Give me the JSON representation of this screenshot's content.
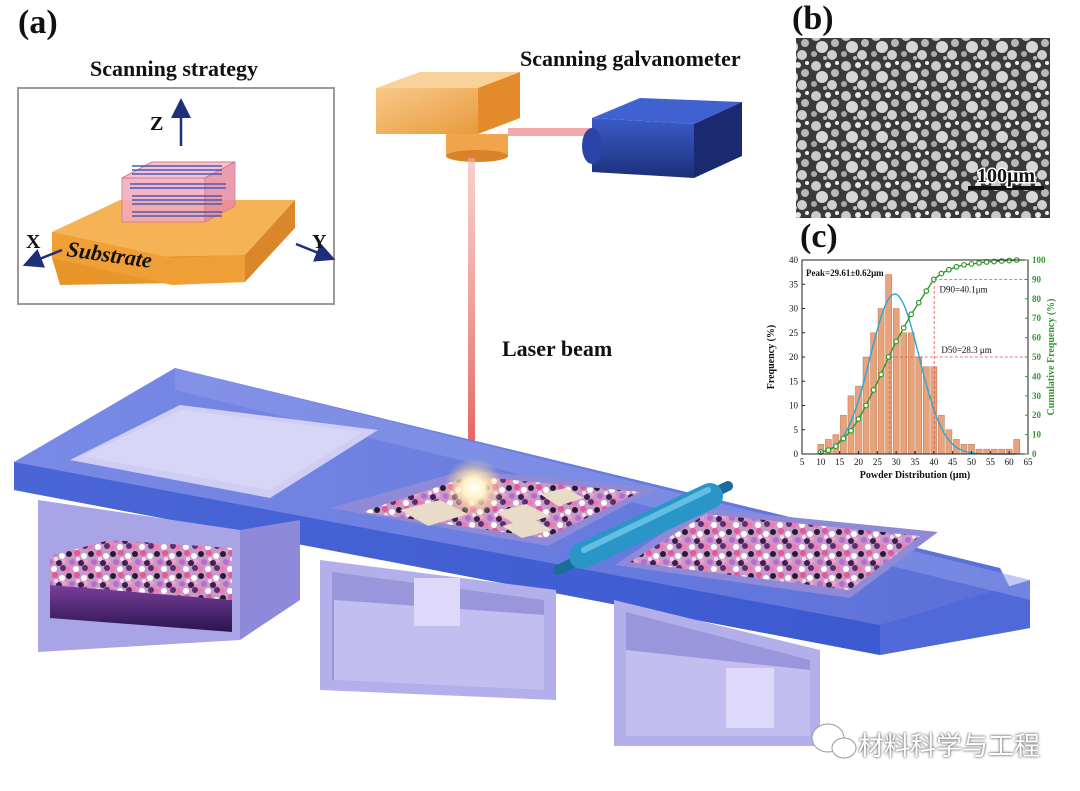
{
  "labels": {
    "panel_a": "(a)",
    "panel_b": "(b)",
    "panel_c": "(c)",
    "scanning_strategy": "Scanning strategy",
    "scanning_galvanometer": "Scanning galvanometer",
    "laser_beam": "Laser beam",
    "substrate": "Substrate",
    "axis_z": "Z",
    "axis_x": "X",
    "axis_y": "Y",
    "scale_bar": "100μm",
    "watermark": "材料科学与工程"
  },
  "colors": {
    "platform_blue": "#5a6fd8",
    "bin_lavender": "#b7b3ea",
    "galvo_navy": "#263f9a",
    "laser_head_orange": "#f3b062",
    "laser_red": "#e0504c",
    "substrate_orange": "#f1a43a",
    "bar_fill": "#e9a27a",
    "normal_curve": "#2aa7d8",
    "cumulative_green": "#2e9a2a"
  },
  "chart_data": {
    "type": "bar",
    "annotation_peak": "Peak=29.61±0.62μm",
    "annotation_d90": "D90=40.1μm",
    "annotation_d50": "D50=28.3 μm",
    "xlabel": "Powder Distribution (μm)",
    "ylabel": "Frequency (%)",
    "y2label": "Cumulative Frequency (%)",
    "xlim": [
      5,
      65
    ],
    "ylim": [
      0,
      40
    ],
    "y2lim": [
      0,
      100
    ],
    "xticks": [
      5,
      10,
      15,
      20,
      25,
      30,
      35,
      40,
      45,
      50,
      55,
      60,
      65
    ],
    "yticks": [
      0,
      5,
      10,
      15,
      20,
      25,
      30,
      35,
      40
    ],
    "y2ticks": [
      0,
      10,
      20,
      30,
      40,
      50,
      60,
      70,
      80,
      90,
      100
    ],
    "bar_width": 2,
    "bars": {
      "x": [
        10,
        12,
        14,
        16,
        18,
        20,
        22,
        24,
        26,
        28,
        30,
        32,
        34,
        36,
        38,
        40,
        42,
        44,
        46,
        48,
        50,
        52,
        54,
        56,
        58,
        60,
        62
      ],
      "values": [
        2,
        3,
        4,
        8,
        12,
        14,
        20,
        25,
        30,
        37,
        30,
        25,
        25,
        20,
        18,
        18,
        8,
        5,
        3,
        2,
        2,
        1,
        1,
        1,
        1,
        1,
        3
      ]
    },
    "cumulative": {
      "x": [
        10,
        12,
        14,
        16,
        18,
        20,
        22,
        24,
        26,
        28,
        30,
        32,
        34,
        36,
        38,
        40,
        42,
        44,
        46,
        48,
        50,
        52,
        54,
        56,
        58,
        60,
        62
      ],
      "values": [
        1,
        2,
        4,
        8,
        12,
        18,
        25,
        33,
        41,
        50,
        58,
        65,
        72,
        78,
        84,
        90,
        93,
        95,
        96.5,
        97.5,
        98,
        98.5,
        99,
        99.2,
        99.5,
        99.7,
        100
      ]
    },
    "normal_fit": {
      "peak_x": 29.61,
      "peak_y": 33,
      "sigma": 6.5
    },
    "d50": {
      "x": 28.3,
      "y": 50
    },
    "d90": {
      "x": 40.1,
      "y": 90
    }
  }
}
